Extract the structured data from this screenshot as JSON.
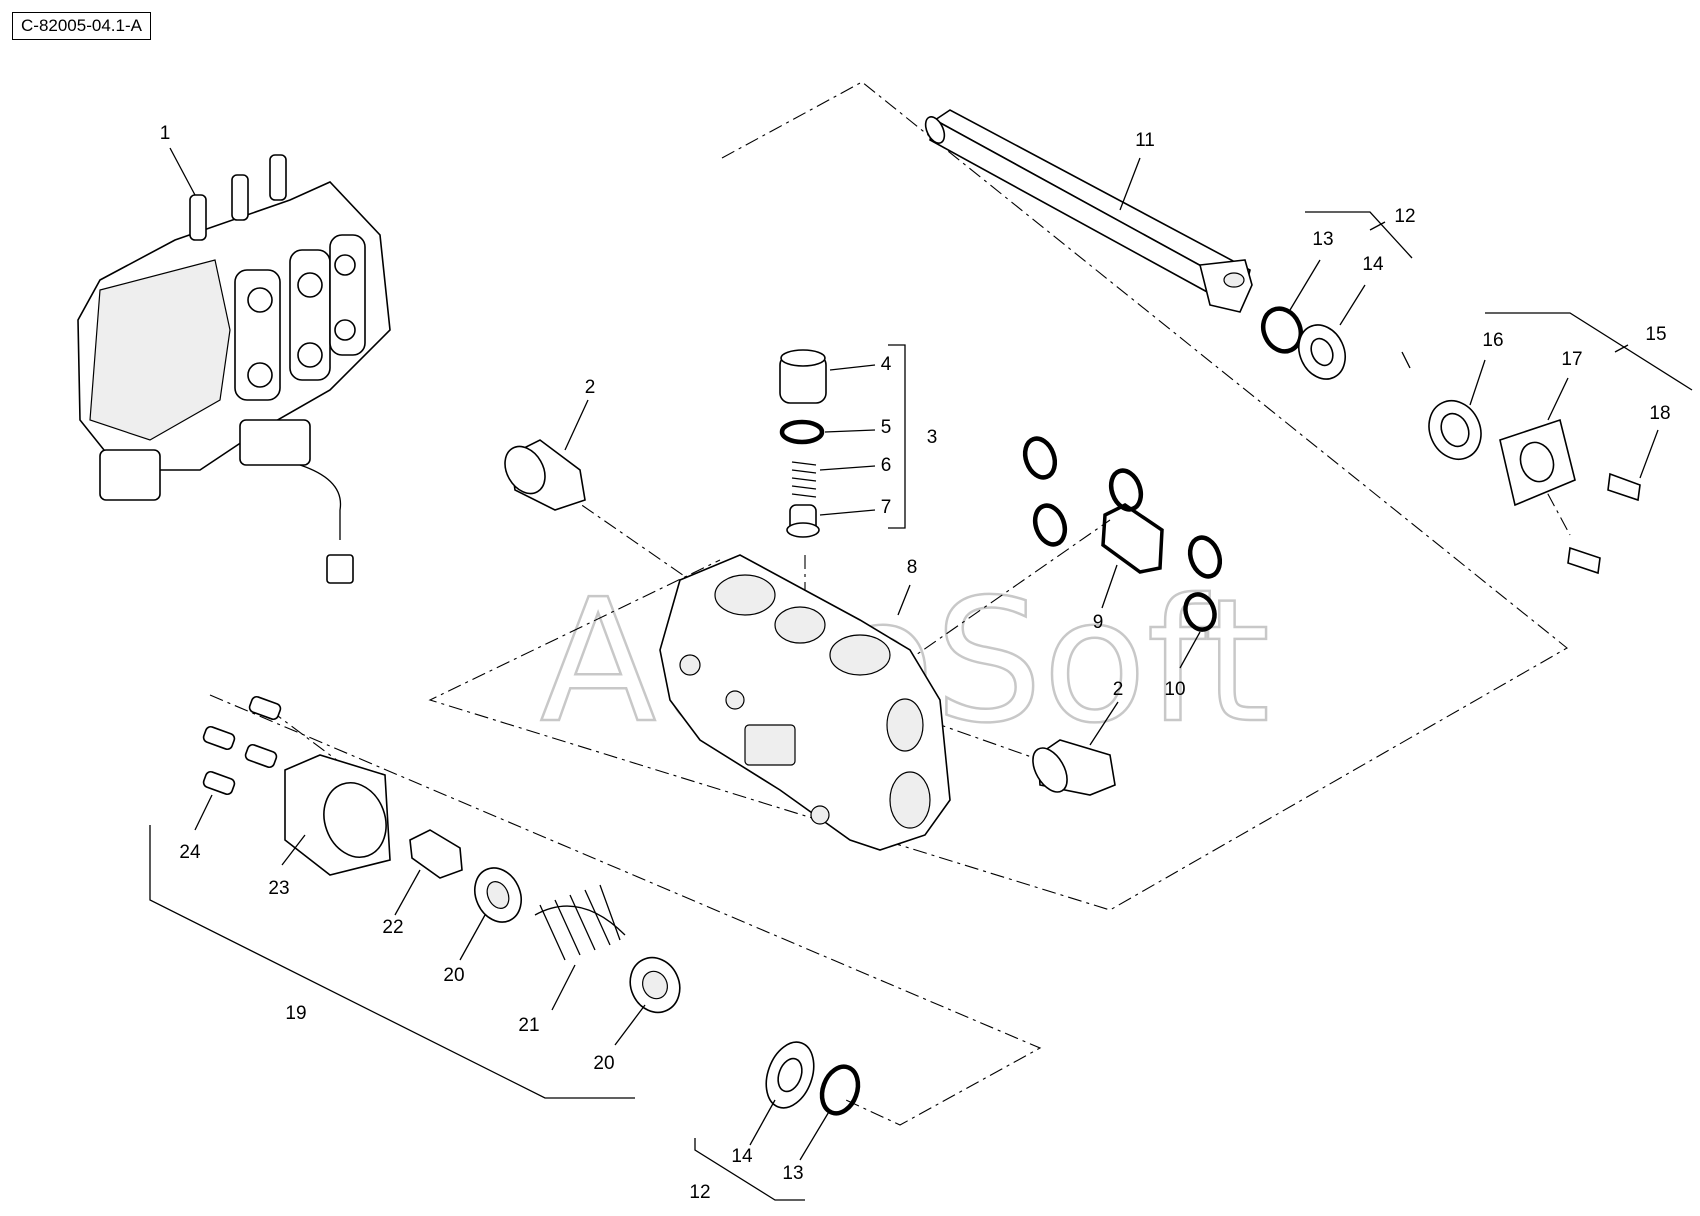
{
  "drawing_ref": "C-82005-04.1-A",
  "watermark": "AutoSoft",
  "callouts": [
    "1",
    "2",
    "3",
    "4",
    "5",
    "6",
    "7",
    "8",
    "9",
    "10",
    "11",
    "12",
    "13",
    "14",
    "15",
    "16",
    "17",
    "18",
    "19",
    "20",
    "21",
    "22",
    "23",
    "24",
    "2",
    "12",
    "13",
    "14",
    "20"
  ]
}
